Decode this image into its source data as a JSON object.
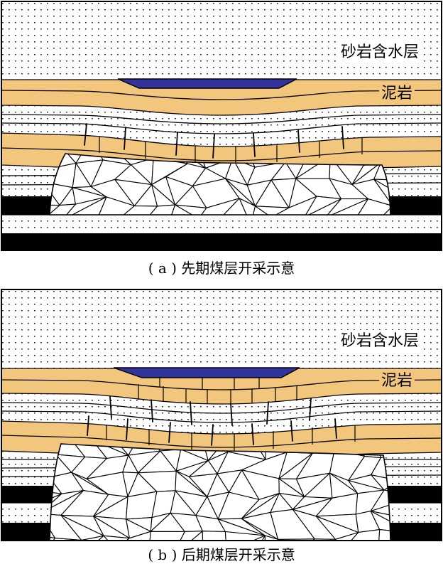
{
  "panels": [
    {
      "caption": "( a ) 先期煤层开采示意",
      "aquifer_label": "砂岩含水层",
      "mudstone_label": "泥岩"
    },
    {
      "caption": "( b ) 后期煤层开采示意",
      "aquifer_label": "砂岩含水层",
      "mudstone_label": "泥岩"
    }
  ],
  "colors": {
    "mudstone": "#f3c67e",
    "water_lens": "#33339c",
    "coal_seam": "#000000",
    "rock_fragment": "#ffffff"
  }
}
